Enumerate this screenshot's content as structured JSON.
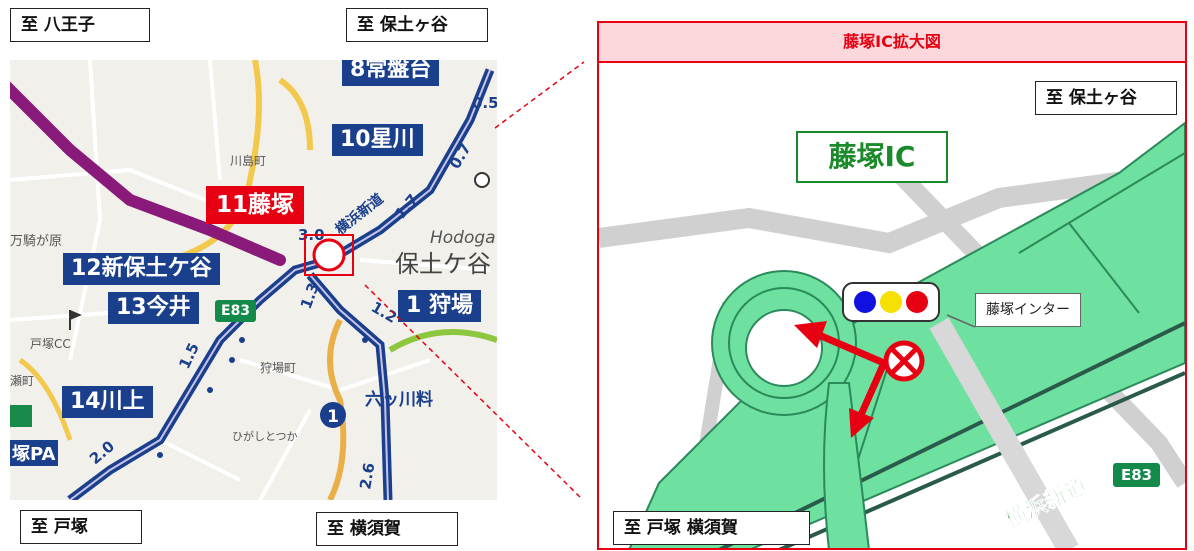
{
  "left_map": {
    "directions": {
      "top_left": "至 八王子",
      "top_right": "至 保土ヶ谷",
      "bottom_left": "至 戸塚",
      "bottom_right": "至 横須賀"
    },
    "interchanges": [
      {
        "label": "8常盤台"
      },
      {
        "label": "10星川"
      },
      {
        "label": "12新保土ケ谷"
      },
      {
        "label": "13今井"
      },
      {
        "label": "14川上"
      },
      {
        "label": "1 狩場"
      }
    ],
    "highlight_ic": "11藤塚",
    "route_badge": "E83",
    "road_name": "横浜新道",
    "route_number": "1",
    "distances": [
      "0.7",
      "1.7",
      "3.0",
      "1.3",
      "1.2",
      "1.5",
      "2.0",
      "2.6",
      "0.5"
    ],
    "place_names": [
      "川島町",
      "万騎が原",
      "Hodoga",
      "保土ケ谷",
      "戸塚CC",
      "狩場町",
      "ひがしとつか",
      "六ッ川料",
      "瀬町",
      "塚PA"
    ],
    "colors": {
      "route": "#1a3f8c",
      "expressway_purple": "#8a1a7a",
      "highlight": "#e60012",
      "map_bg": "#f2f0ea"
    }
  },
  "right_panel": {
    "title": "藤塚IC拡大図",
    "ic_name": "藤塚IC",
    "callout": "藤塚インター",
    "direction_top": "至 保土ヶ谷",
    "direction_bottom": "至 戸塚 横須賀",
    "route_badge": "E83",
    "road_name": "横浜新道",
    "signal_colors": [
      "#1010e0",
      "#f5e000",
      "#e60012"
    ],
    "colors": {
      "border": "#e60012",
      "title_bg": "#fcd8dc",
      "road_green": "#6ee0a0",
      "ic_name": "#1a8a2a"
    }
  }
}
